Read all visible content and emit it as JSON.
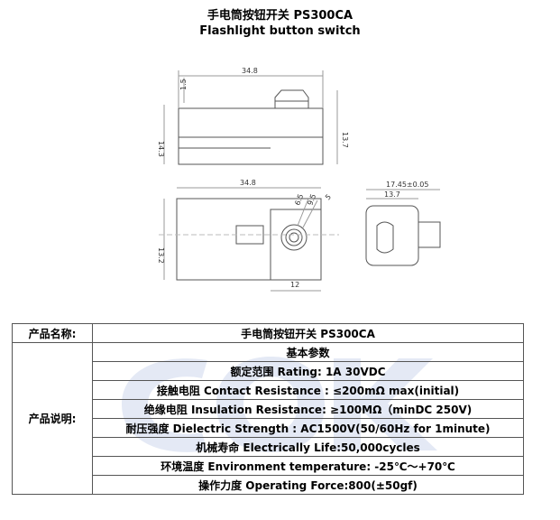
{
  "title_zh": "手电筒按钮开关 PS300CA",
  "title_en": "Flashlight button switch",
  "drawing": {
    "dims": {
      "top_width": "34.8",
      "top_right_height": "13.7",
      "top_left_height": "14.3",
      "small_1": "1.5",
      "mid_width": "34.8",
      "mid_left": "13.2",
      "mid_bottom": "12",
      "diam_1": "6.5",
      "diam_2": "9.5",
      "diam_3": "5",
      "side_top": "17.45±0.05",
      "side_width": "13.7"
    }
  },
  "table": {
    "name_label": "产品名称:",
    "name_value": "手电筒按钮开关 PS300CA",
    "desc_label": "产品说明:",
    "rows": [
      "基本参数",
      "额定范围 Rating: 1A 30VDC",
      "接触电阻 Contact Resistance :   ≤200mΩ max(initial)",
      "绝缘电阻 Insulation Resistance: ≥100MΩ（minDC 250V)",
      "耐压强度 Dielectric Strength : AC1500V(50/60Hz for 1minute)",
      "机械寿命 Electrically Life:50,000cycles",
      "环境温度 Environment temperature: -25℃～+70℃",
      "操作力度 Operating Force:800(±50gf)"
    ]
  }
}
